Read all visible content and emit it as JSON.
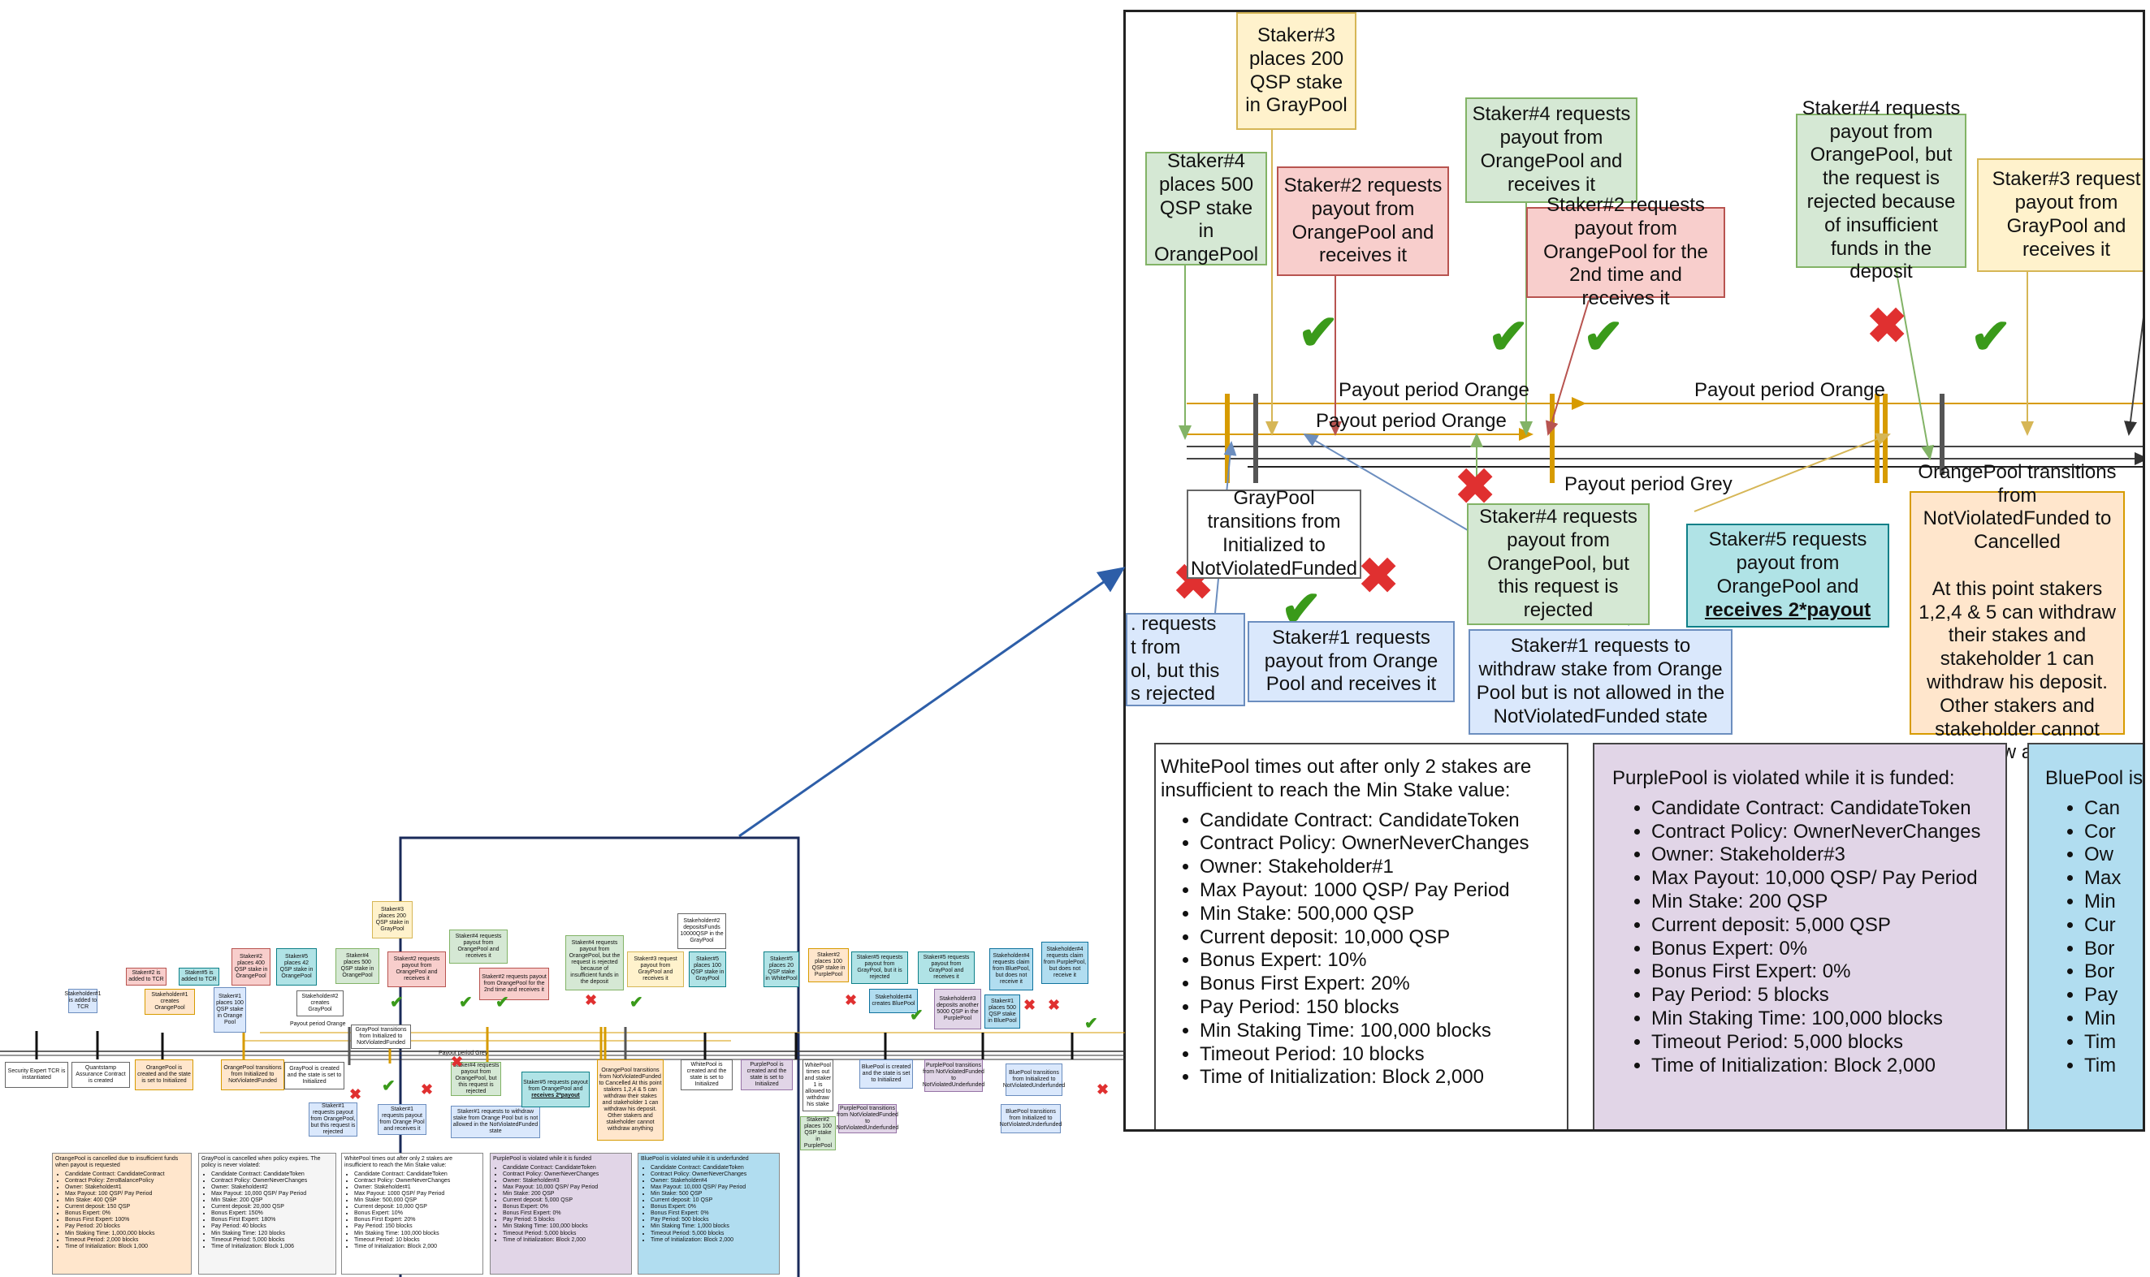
{
  "zoom": {
    "top": {
      "staker3_places": "Staker#3 places 200 QSP stake in GrayPool",
      "staker4_places": "Staker#4 places 500 QSP stake in OrangePool",
      "staker2_payout": "Staker#2 requests payout from OrangePool and receives it",
      "staker4_payout": "Staker#4 requests payout from OrangePool and receives it",
      "staker2_payout2": "Staker#2 requests payout from OrangePool for the 2nd time and receives it",
      "staker4_rejected_funds": "Staker#4 requests payout from OrangePool, but the request is rejected because of insufficient funds in the deposit",
      "staker3_gray": "Staker#3 request payout from GrayPool and receives it"
    },
    "timeline": {
      "payout_orange_1": "Payout period Orange",
      "payout_orange_2": "Payout period Orange",
      "payout_orange_3": "Payout period Orange",
      "payout_grey": "Payout period Grey"
    },
    "bottom": {
      "graypool_transition": "GrayPool transitions from Initialized to NotViolatedFunded",
      "staker4_rejected": "Staker#4 requests payout from OrangePool, but this request is rejected",
      "staker5_payout_line1": "Staker#5 requests payout from OrangePool and",
      "staker5_payout_line2": "receives 2*payout",
      "orange_cancel": "OrangePool transitions from NotViolatedFunded to Cancelled\n\nAt this point stakers 1,2,4 & 5 can withdraw their stakes and stakeholder 1 can withdraw his deposit. Other stakers and stakeholder cannot withdraw anything",
      "partial_rejected": ". requests\nt from\nol, but this\ns rejected",
      "staker1_payout": "Staker#1 requests payout from Orange Pool and receives it",
      "staker1_withdraw": "Staker#1 requests to withdraw stake from Orange Pool but is not allowed in the NotViolatedFunded state"
    },
    "white_panel": {
      "title": "WhitePool times out after only 2 stakes are insufficient to reach the Min Stake value:",
      "items": [
        "Candidate Contract: CandidateToken",
        "Contract Policy: OwnerNeverChanges",
        "Owner: Stakeholder#1",
        "Max Payout: 1000 QSP/ Pay Period",
        "Min Stake: 500,000 QSP",
        "Current deposit: 10,000 QSP",
        "Bonus Expert: 10%",
        "Bonus First Expert: 20%",
        "Pay Period: 150 blocks",
        "Min Staking Time: 100,000 blocks",
        "Timeout Period: 10 blocks",
        "Time of Initialization: Block 2,000"
      ]
    },
    "purple_panel": {
      "title": "PurplePool is violated while it is funded:",
      "items": [
        "Candidate Contract: CandidateToken",
        "Contract Policy: OwnerNeverChanges",
        "Owner: Stakeholder#3",
        "Max Payout: 10,000 QSP/ Pay Period",
        "Min Stake: 200 QSP",
        "Current deposit: 5,000 QSP",
        "Bonus Expert: 0%",
        "Bonus First Expert: 0%",
        "Pay Period: 5 blocks",
        "Min Staking Time: 100,000 blocks",
        "Timeout Period: 5,000 blocks",
        "Time of Initialization: Block 2,000"
      ]
    },
    "blue_panel": {
      "title": "BluePool is",
      "items": [
        "Can",
        "Cor",
        "Ow",
        "Max",
        "Min",
        "Cur",
        "Bor",
        "Bor",
        "Pay",
        "Min",
        "Tim",
        "Tim"
      ]
    }
  },
  "mini": {
    "security_expert": "Security Expert TCR is instantiated",
    "quantstamp": "Quantstamp Assurance Contract is created",
    "orange_created": "OrangePool is created and the state is set to Initialized",
    "orange_transition": "OrangePool transitions from Initialized to NotViolatedFunded",
    "gray_created": "GrayPool is created and the state is set to Initialized",
    "gray_transition": "GrayPool transitions from Initialized to NotViolatedFunded",
    "stakeholder1_tcr": "Stakeholder#1 is added to TCR",
    "staker2_tcr": "Staker#2 is added to TCR",
    "staker5_tcr": "Staker#5 is added to TCR",
    "stakeholder1_orange": "Stakeholder#1 creates OrangePool",
    "stakeholder2_gray": "Stakeholder#2 creates GrayPool",
    "staker1_places": "Staker#1 places 100 QSP stake in Orange Pool",
    "staker2_places": "Staker#2 places 400 QSP stake in OrangePool",
    "staker5_places": "Staker#5 places 42 QSP stake in OrangePool",
    "staker3_places": "Staker#3 places 200 QSP stake in GrayPool",
    "staker4_places": "Staker#4 places 500 QSP stake in OrangePool",
    "staker2_payout": "Staker#2 requests payout from OrangePool and receives it",
    "staker4_payout": "Staker#4 requests payout from OrangePool and receives it",
    "staker2_payout2": "Staker#2 requests payout from OrangePool for the 2nd time and receives it",
    "staker4_funds": "Staker#4 requests payout from OrangePool, but the request is rejected because of insufficient funds in the deposit",
    "staker3_gray": "Staker#3 request payout from GrayPool and receives it",
    "stakeholder2_deposit": "Stakeholder#2 depositsFunds 10000QSP in the GrayPool",
    "staker5_gray": "Staker#5 places 100 QSP stake in GrayPool",
    "staker5_white": "Staker#5 places 20 QSP stake in WhitePool",
    "white_created": "WhitePool is created and the state is set to Initialized",
    "purple_created": "PurplePool is created and the state is set to Initialized",
    "white_times_out": "WhitePool times out and staker 1 is allowed to withdraw his stake",
    "staker2_purple": "Staker#2 places 100 QSP stake in PurplePool",
    "staker5_payout_gray": "Staker#5 requests payout from GrayPool, but it is rejected",
    "staker5_payout_gray2": "Staker#5 requests payout from GrayPool and receives it",
    "stakeholder4_blue": "Stakeholder#4 creates BluePool",
    "stakeholder3_deposit": "Stakeholder#3 deposits another 5000 QSP in the PurplePool",
    "purple_violated": "PurplePool transitions from NotViolatedFunded to NotViolatedUnderfunded",
    "blue_created": "BluePool is created and the state is set to Initialized",
    "blue_transition": "BluePool transitions from Initialized to NotViolatedUnderfunded",
    "stakeholder4_claim": "Stakeholder#4 requests claim from BluePool, but does not receive it",
    "staker1_blue": "Staker#1 places 500 QSP stake in BluePool",
    "stakeholder4_claim2": "Stakeholder#4 requests claim from PurplePool, but does not receive it",
    "payout_orange": "Payout period Orange",
    "payout_grey": "Payout period Grey",
    "staker4_rejected": "Staker#4 requests payout from OrangePool, but this request is rejected",
    "staker1_rejected": "Staker#1 requests payout from OrangePool, but this request is rejected",
    "staker1_receives": "Staker#1 requests payout from Orange Pool and receives it",
    "staker1_withdraw": "Staker#1 requests to withdraw stake from Orange Pool but is not allowed in the NotViolatedFunded state",
    "staker5_2x_a": "Staker#5 requests payout from OrangePool and",
    "staker5_2x_b": "receives 2*payout",
    "orange_cancel": "OrangePool transitions from NotViolatedFunded to Cancelled At this point stakers 1,2,4 & 5 can withdraw their stakes and stakeholder 1 can withdraw his deposit. Other stakers and stakeholder cannot withdraw anything",
    "orange_panel": {
      "title": "OrangePool is cancelled due to insufficient funds when payout is requested",
      "items": [
        "Candidate Contract: CandidateContract",
        "Contract Policy: ZeroBalancePolicy",
        "Owner: Stakeholder#1",
        "Max Payout: 100 QSP/ Pay Period",
        "Min Stake: 400 QSP",
        "Current deposit: 150 QSP",
        "Bonus Expert: 0%",
        "Bonus First Expert: 100%",
        "Pay Period: 20 blocks",
        "Min Staking Time: 1,000,000 blocks",
        "Timeout Period: 2,000 blocks",
        "Time of Initialization: Block 1,000"
      ]
    },
    "gray_panel": {
      "title": "GrayPool is cancelled when policy expires. The policy is never violated:",
      "items": [
        "Candidate Contract: CandidateToken",
        "Contract Policy: OwnerNeverChanges",
        "Owner: Stakeholder#2",
        "Max Payout: 10,000 QSP/ Pay Period",
        "Min Stake: 200 QSP",
        "Current deposit: 20,000 QSP",
        "Bonus Expert: 150%",
        "Bonus First Expert: 180%",
        "Pay Period: 40 blocks",
        "Min Staking Time: 120 blocks",
        "Timeout Period: 5,000 blocks",
        "Time of Initialization: Block 1,006"
      ]
    },
    "white_panel": {
      "title": "WhitePool times out after only 2 stakes are insufficient to reach the Min Stake value:",
      "items": [
        "Candidate Contract: CandidateToken",
        "Contract Policy: OwnerNeverChanges",
        "Owner: Stakeholder#1",
        "Max Payout: 1000 QSP/ Pay Period",
        "Min Stake: 500,000 QSP",
        "Current deposit: 10,000 QSP",
        "Bonus Expert: 10%",
        "Bonus First Expert: 20%",
        "Pay Period: 150 blocks",
        "Min Staking Time: 100,000 blocks",
        "Timeout Period: 10 blocks",
        "Time of Initialization: Block 2,000"
      ]
    },
    "purple_panel": {
      "title": "PurplePool is violated while it is funded",
      "items": [
        "Candidate Contract: CandidateToken",
        "Contract Policy: OwnerNeverChanges",
        "Owner: Stakeholder#3",
        "Max Payout: 10,000 QSP/ Pay Period",
        "Min Stake: 200 QSP",
        "Current deposit: 5,000 QSP",
        "Bonus Expert: 0%",
        "Bonus First Expert: 0%",
        "Pay Period: 5 blocks",
        "Min Staking Time: 100,000 blocks",
        "Timeout Period: 5,000 blocks",
        "Time of Initialization: Block 2,000"
      ]
    },
    "blue_panel": {
      "title": "BluePool is violated while it is underfunded",
      "items": [
        "Candidate Contract: CandidateToken",
        "Contract Policy: OwnerNeverChanges",
        "Owner: Stakeholder#4",
        "Max Payout: 10,000 QSP/ Pay Period",
        "Min Stake: 500 QSP",
        "Current deposit: 10 QSP",
        "Bonus Expert: 0%",
        "Bonus First Expert: 0%",
        "Pay Period: 500 blocks",
        "Min Staking Time: 1,000 blocks",
        "Timeout Period: 5,000 blocks",
        "Time of Initialization: Block 2,000"
      ]
    }
  },
  "colors": {
    "green": "#d5e8d4",
    "red": "#f8cecc",
    "yellow": "#fff2cc",
    "blue": "#dae8fc",
    "cyan": "#b1ddf0",
    "teal": "#b0e3e6",
    "orange": "#ffe6cc",
    "purple": "#e1d5e7",
    "check": "#3a9a1a",
    "cross": "#e03030",
    "zoom_arrow": "#2d5ea8"
  }
}
